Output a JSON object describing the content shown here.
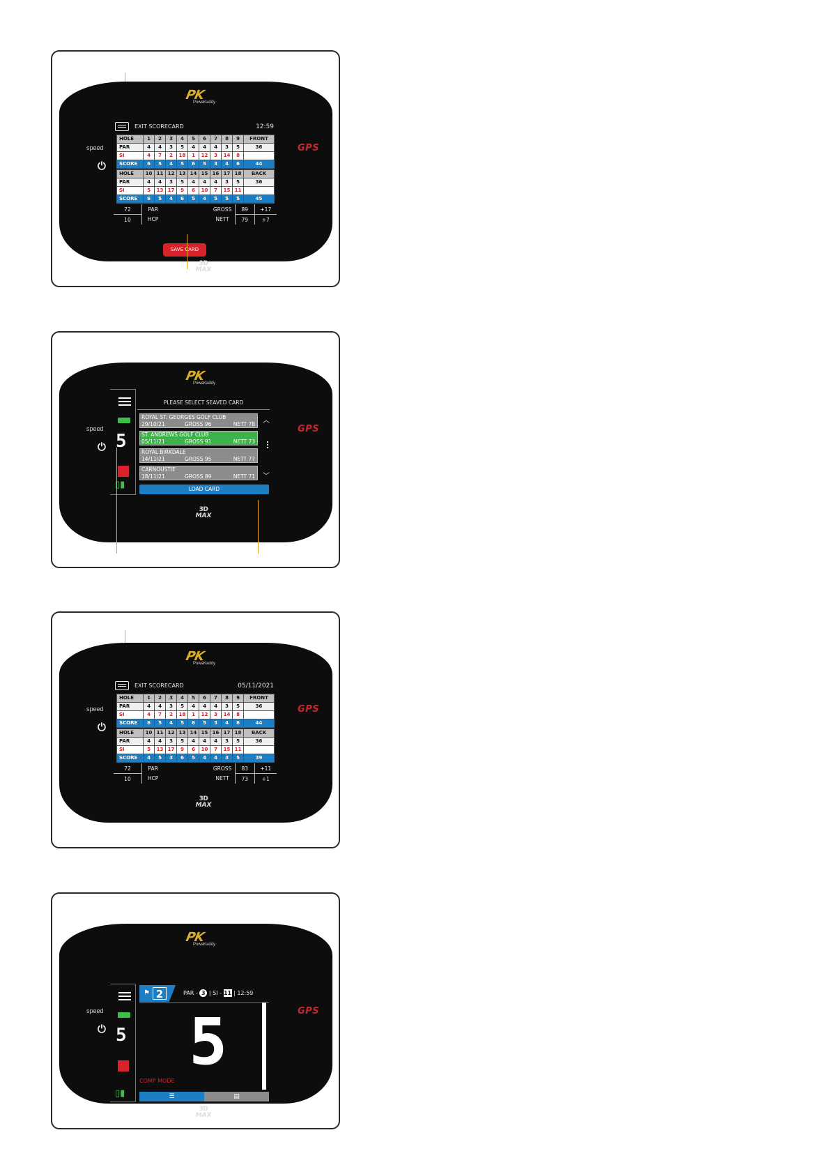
{
  "common": {
    "brand": "PowaKaddy",
    "pk": "PK",
    "model_top": "3D",
    "model_bottom": "MAX",
    "speed": "speed",
    "gps": "GPS",
    "power": "⏻"
  },
  "panel1": {
    "exit_label": "EXIT  SCORECARD",
    "time": "12:59",
    "front": {
      "hole": [
        "HOLE",
        "1",
        "2",
        "3",
        "4",
        "5",
        "6",
        "7",
        "8",
        "9",
        "FRONT"
      ],
      "par": [
        "PAR",
        "4",
        "4",
        "3",
        "5",
        "4",
        "4",
        "4",
        "3",
        "5",
        "36"
      ],
      "si": [
        "SI",
        "4",
        "7",
        "2",
        "18",
        "1",
        "12",
        "3",
        "14",
        "8",
        ""
      ],
      "score": [
        "SCORE",
        "6",
        "5",
        "4",
        "5",
        "6",
        "5",
        "3",
        "4",
        "6",
        "44"
      ]
    },
    "back": {
      "hole": [
        "HOLE",
        "10",
        "11",
        "12",
        "13",
        "14",
        "15",
        "16",
        "17",
        "18",
        "BACK"
      ],
      "par": [
        "PAR",
        "4",
        "4",
        "3",
        "5",
        "4",
        "4",
        "4",
        "3",
        "5",
        "36"
      ],
      "si": [
        "SI",
        "5",
        "13",
        "17",
        "9",
        "6",
        "10",
        "7",
        "15",
        "11",
        ""
      ],
      "score": [
        "SCORE",
        "6",
        "5",
        "4",
        "6",
        "5",
        "4",
        "5",
        "5",
        "5",
        "45"
      ]
    },
    "totals": {
      "par_value": "72",
      "par_label": "PAR",
      "gross_label": "GROSS",
      "gross_value": "89",
      "gross_diff": "+17",
      "hcp_value": "10",
      "hcp_label": "HCP",
      "nett_label": "NETT",
      "nett_value": "79",
      "nett_diff": "+7"
    },
    "save_label": "SAVE CARD"
  },
  "panel2": {
    "title": "PLEASE SELECT SEAVED CARD",
    "speed_digit": "5",
    "cards": [
      {
        "club": "ROYAL ST. GEORGES GOLF CLUB",
        "date": "29/10/21",
        "gross": "GROSS  96",
        "nett": "NETT  78"
      },
      {
        "club": "ST. ANDREWS GOLF CLUB",
        "date": "05/11/21",
        "gross": "GROSS  91",
        "nett": "NETT  73"
      },
      {
        "club": "ROYAL BIRKDALE",
        "date": "14/11/21",
        "gross": "GROSS  95",
        "nett": "NETT  77"
      },
      {
        "club": "CARNOUSTIE",
        "date": "18/11/21",
        "gross": "GROSS  89",
        "nett": "NETT  71"
      }
    ],
    "load_label": "LOAD CARD"
  },
  "panel3": {
    "exit_label": "EXIT  SCORECARD",
    "date": "05/11/2021",
    "front": {
      "hole": [
        "HOLE",
        "1",
        "2",
        "3",
        "4",
        "5",
        "6",
        "7",
        "8",
        "9",
        "FRONT"
      ],
      "par": [
        "PAR",
        "4",
        "4",
        "3",
        "5",
        "4",
        "4",
        "4",
        "3",
        "5",
        "36"
      ],
      "si": [
        "SI",
        "4",
        "7",
        "2",
        "18",
        "1",
        "12",
        "3",
        "14",
        "8",
        ""
      ],
      "score": [
        "SCORE",
        "6",
        "5",
        "4",
        "5",
        "6",
        "5",
        "3",
        "4",
        "6",
        "44"
      ]
    },
    "back": {
      "hole": [
        "HOLE",
        "10",
        "11",
        "12",
        "13",
        "14",
        "15",
        "16",
        "17",
        "18",
        "BACK"
      ],
      "par": [
        "PAR",
        "4",
        "4",
        "3",
        "5",
        "4",
        "4",
        "4",
        "3",
        "5",
        "36"
      ],
      "si": [
        "SI",
        "5",
        "13",
        "17",
        "9",
        "6",
        "10",
        "7",
        "15",
        "11",
        ""
      ],
      "score": [
        "SCORE",
        "4",
        "5",
        "3",
        "6",
        "5",
        "4",
        "4",
        "3",
        "5",
        "39"
      ]
    },
    "totals": {
      "par_value": "72",
      "par_label": "PAR",
      "gross_label": "GROSS",
      "gross_value": "83",
      "gross_diff": "+11",
      "hcp_value": "10",
      "hcp_label": "HCP",
      "nett_label": "NETT",
      "nett_value": "73",
      "nett_diff": "+1"
    }
  },
  "panel4": {
    "hole": "2",
    "par_label": "PAR -",
    "par_value": "3",
    "si_label": "SI -",
    "si_value": "11",
    "time": "12:59",
    "speed_digit": "5",
    "big_digit": "5",
    "comp_mode": "COMP MODE"
  }
}
